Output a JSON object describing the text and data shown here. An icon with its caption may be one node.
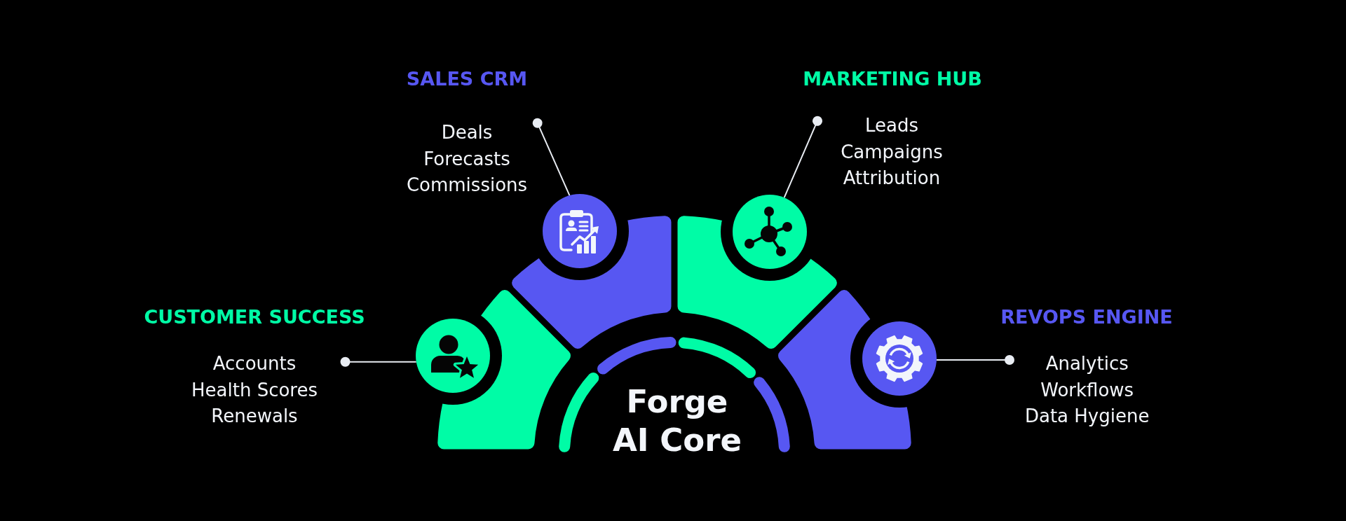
{
  "diagram": {
    "nodes": [
      {
        "text": [
          "Accounts",
          "Health Scores",
          "Renewals"
        ],
        "beside": [
          "CUSTOMER SUCCESS"
        ]
      },
      {
        "text": [],
        "shape": "circle"
      },
      {
        "text": [
          "Deals",
          "Forecasts",
          "Commissions"
        ],
        "beside": [
          "SALES CRM"
        ]
      },
      {
        "text": [],
        "shape": "circle"
      },
      {
        "text": [
          "Leads",
          "Campaigns",
          "Attribution"
        ],
        "beside": [
          "MARKETING HUB"
        ]
      },
      {
        "text": [],
        "shape": "circle"
      },
      {
        "text": [
          "Analytics",
          "Workflows",
          "Data Hygiene"
        ],
        "beside": [
          "REVOPS ENGINE"
        ]
      },
      {
        "text": [],
        "shape": "circle"
      },
      {
        "text": [
          "Forge AI Core"
        ]
      }
    ],
    "edges": [
      {
        "from": 0,
        "to": 1,
        "arrow": "other"
      },
      {
        "from": 2,
        "to": 3,
        "arrow": "other"
      },
      {
        "from": 4,
        "to": 5,
        "arrow": "other"
      },
      {
        "from": 6,
        "to": 7,
        "arrow": "other"
      }
    ]
  }
}
